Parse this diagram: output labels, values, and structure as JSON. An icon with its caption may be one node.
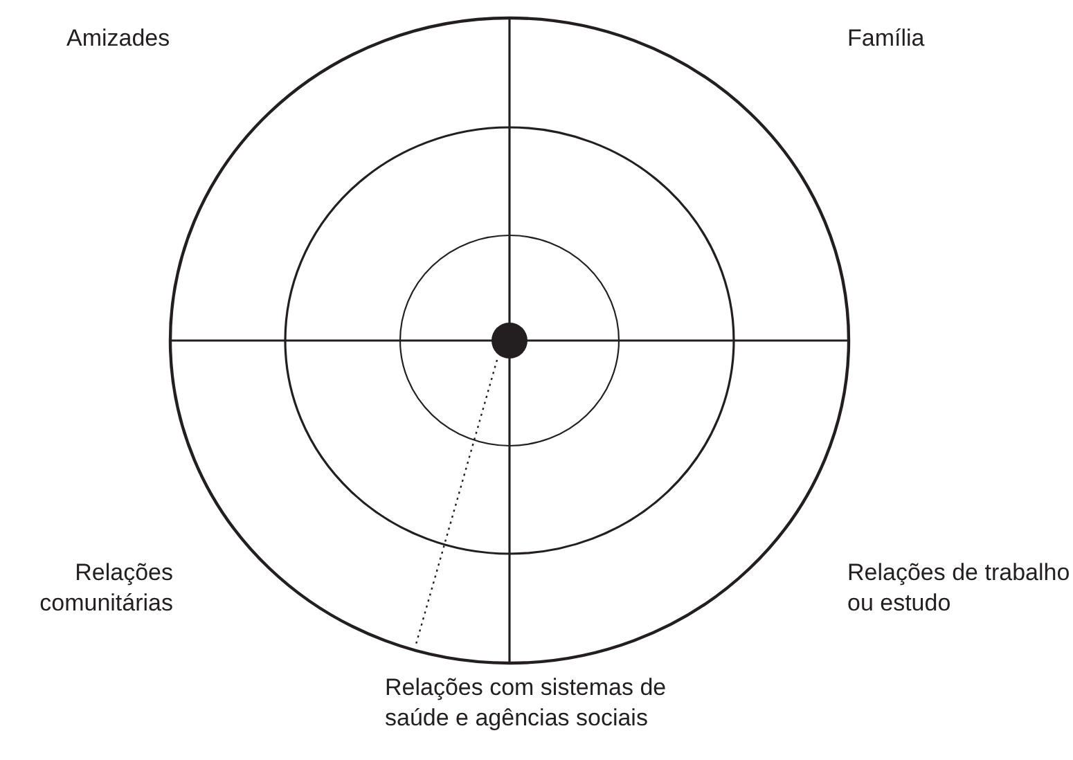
{
  "diagram": {
    "labels": [
      "Amizades",
      "Família",
      "Relações comunitárias",
      "Relações de trabalho ou estudo",
      "Relações com sistemas de saúde e agências sociais"
    ]
  }
}
